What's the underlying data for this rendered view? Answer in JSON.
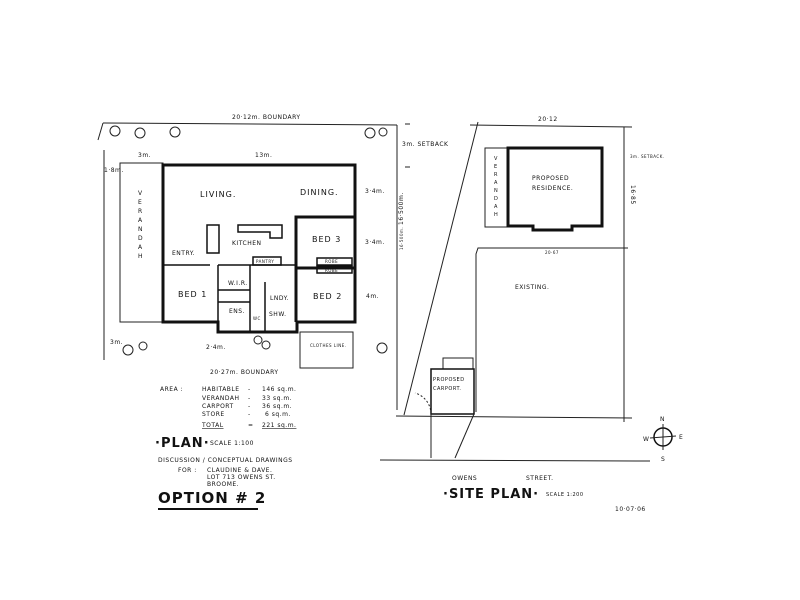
{
  "floor_plan": {
    "rooms": {
      "living": "LIVING.",
      "dining": "DINING.",
      "kitchen": "KITCHEN",
      "pantry": "PANTRY",
      "bed3": "BED 3",
      "entry": "ENTRY.",
      "bed1": "BED 1",
      "wir": "W.I.R.",
      "lndy": "LNDY.",
      "bed2": "BED 2",
      "ens": "ENS.",
      "wc": "WC",
      "shw": "SHW.",
      "robe1": "ROBE",
      "robe2": "ROBE",
      "clothes_line": "CLOTHES LINE.",
      "verandah": "VERANDAH"
    },
    "dimensions": {
      "top_boundary": "20·12m. BOUNDARY",
      "bottom_boundary": "20·27m. BOUNDARY",
      "side_boundary": "16·500m.",
      "verandah_width": "3m.",
      "house_width": "13m.",
      "dim_1": "3·4m.",
      "dim_2": "3·4m.",
      "dim_3": "4m.",
      "front_setback": "1·8m.",
      "rear_setback": "3m.",
      "rear_dim": "2·4m."
    },
    "area": {
      "label": "AREA :",
      "rows": [
        {
          "name": "HABITABLE",
          "sep": "-",
          "value": "146 sq.m."
        },
        {
          "name": "VERANDAH",
          "sep": "-",
          "value": "33 sq.m."
        },
        {
          "name": "CARPORT",
          "sep": "-",
          "value": "36 sq.m."
        },
        {
          "name": "STORE",
          "sep": "-",
          "value": "6 sq.m."
        },
        {
          "name": "TOTAL",
          "sep": "=",
          "value": "221 sq.m."
        }
      ]
    },
    "title": "·PLAN·",
    "scale": "SCALE 1:100",
    "subtitle": "DISCUSSION / CONCEPTUAL DRAWINGS",
    "for_label": "FOR :",
    "client": "CLAUDINE & DAVE.",
    "lot": "LOT 713 OWENS ST.",
    "town": "BROOME.",
    "option": "OPTION # 2"
  },
  "site_plan": {
    "top_boundary": "20·12",
    "setback_left": "3m. SETBACK",
    "setback_right": "3m. SETBACK.",
    "side_dim": "16·85",
    "left_dim": "16·500m.",
    "residence": [
      "PROPOSED",
      "RESIDENCE."
    ],
    "verandah": "VERANDAH",
    "existing_boundary": "20·67",
    "existing": "EXISTING.",
    "carport": [
      "PROPOSED",
      "CARPORT."
    ],
    "street": [
      "OWENS",
      "STREET."
    ],
    "title": "·SITE PLAN·",
    "scale": "SCALE 1:200",
    "date": "10·07·06",
    "compass": {
      "n": "N",
      "e": "E",
      "s": "S",
      "w": "W"
    }
  }
}
